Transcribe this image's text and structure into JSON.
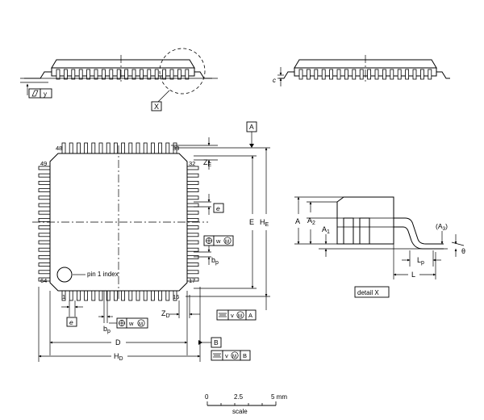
{
  "side_view": {
    "datum_y": "y",
    "detail_ref": "X"
  },
  "end_view": {
    "dim_c": "c"
  },
  "top_view": {
    "datum_a": "A",
    "datum_b": "B",
    "pin_48": "48",
    "pin_33": "33",
    "pin_49": "49",
    "pin_32": "32",
    "pin_64": "64",
    "pin_17": "17",
    "pin_1": "1",
    "pin_16": "16",
    "pin1_index": "pin 1 index",
    "dim_e": "e",
    "dim_ze": "Z",
    "dim_ze_sub": "E",
    "dim_zd": "Z",
    "dim_zd_sub": "D",
    "dim_bp": "b",
    "dim_bp_sub": "p",
    "dim_E": "E",
    "dim_HE": "H",
    "dim_HE_sub": "E",
    "dim_D": "D",
    "dim_HD": "H",
    "dim_HD_sub": "D",
    "tol_w": "w",
    "tol_v": "v",
    "tol_m": "M",
    "tol_ref_a": "A",
    "tol_ref_b": "B"
  },
  "detail_view": {
    "caption": "detail X",
    "dim_A": "A",
    "dim_A2": "A",
    "dim_A2_sub": "2",
    "dim_A1": "A",
    "dim_A1_sub": "1",
    "dim_A3": "(A",
    "dim_A3_sub": "3",
    "dim_A3_close": ")",
    "dim_Lp": "L",
    "dim_Lp_sub": "p",
    "dim_L": "L",
    "dim_theta": "θ"
  },
  "scale": {
    "tick_0": "0",
    "tick_mid": "2.5",
    "tick_max": "5 mm",
    "label": "scale"
  }
}
